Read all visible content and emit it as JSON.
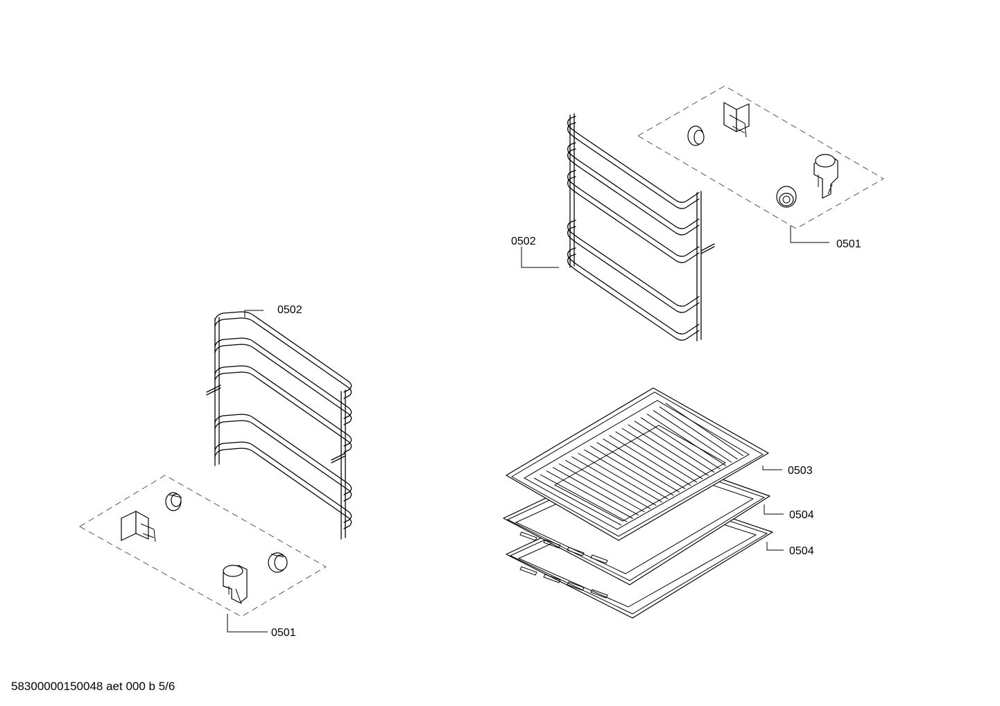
{
  "labels": {
    "left_rail": "0502",
    "left_clips": "0501",
    "right_rail": "0502",
    "right_clips": "0501",
    "grid": "0503",
    "tray_upper": "0504",
    "tray_lower": "0504"
  },
  "footer": {
    "drawing_id": "58300000150048 aet 000 b 5/6"
  }
}
